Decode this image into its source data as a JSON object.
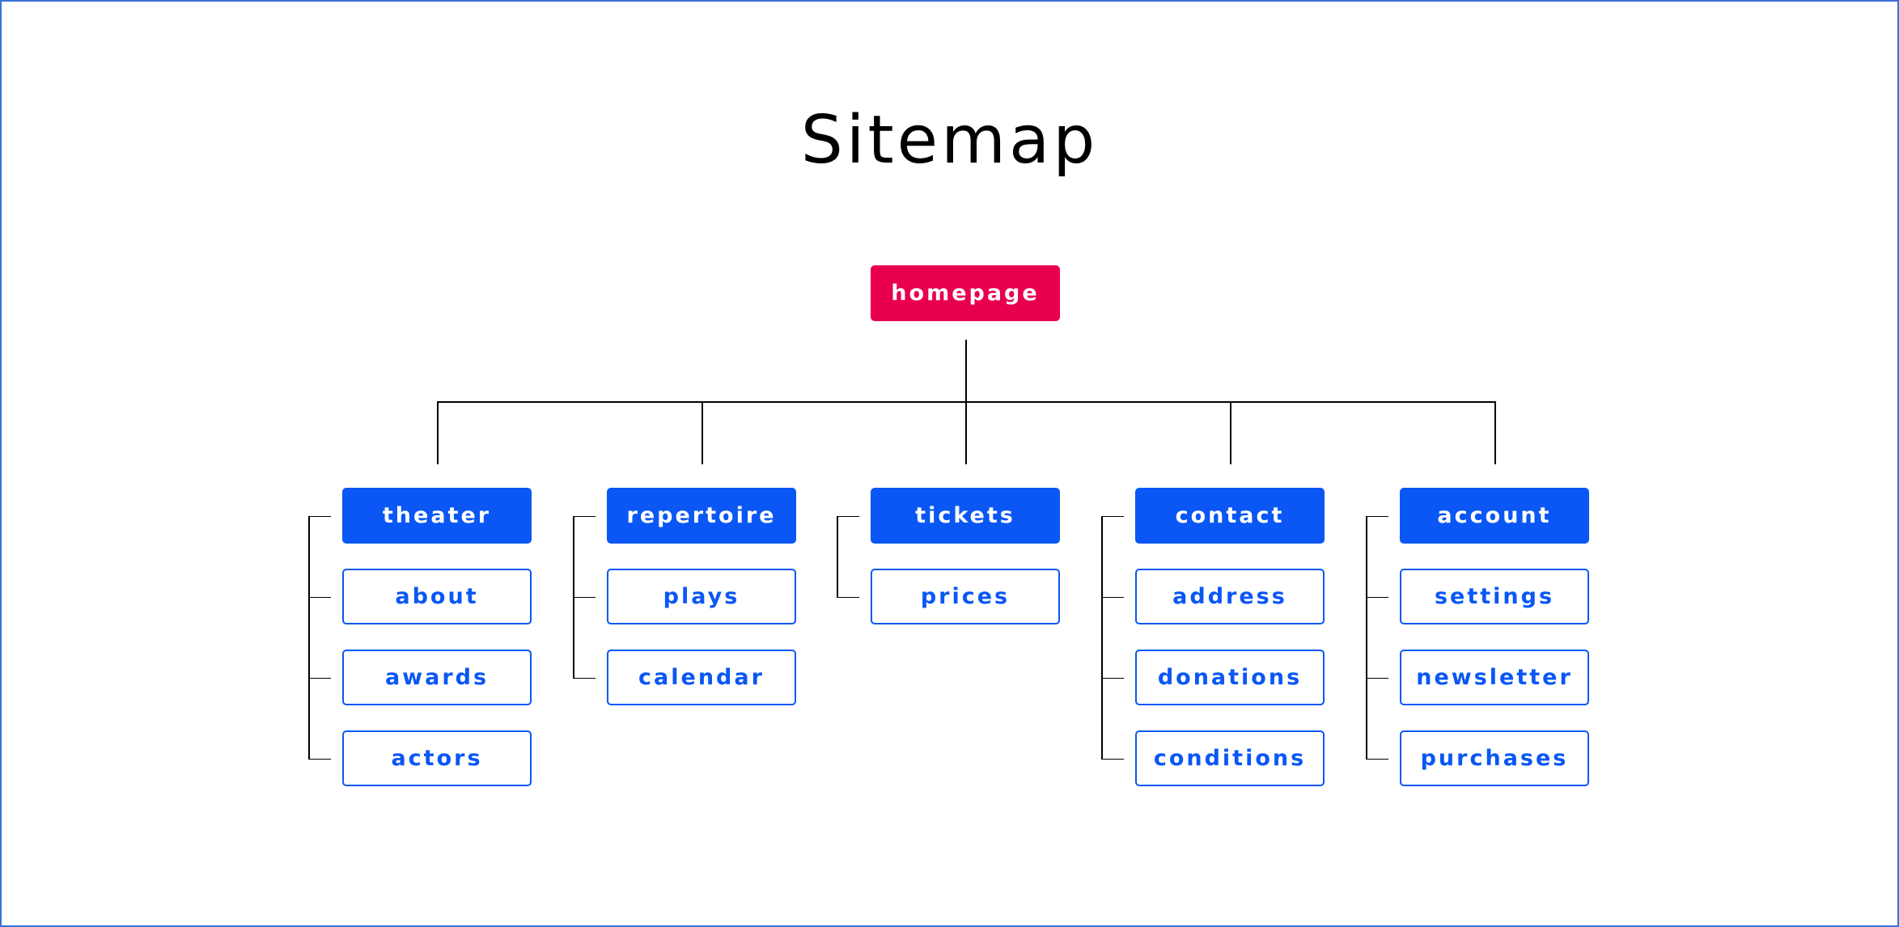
{
  "title": "Sitemap",
  "colors": {
    "root": "#e8004f",
    "category": "#0a57f5",
    "page_text": "#0a57f5",
    "frame": "#3a6fd8"
  },
  "root": {
    "label": "homepage"
  },
  "categories": [
    {
      "label": "theater",
      "children": [
        "about",
        "awards",
        "actors"
      ]
    },
    {
      "label": "repertoire",
      "children": [
        "plays",
        "calendar"
      ]
    },
    {
      "label": "tickets",
      "children": [
        "prices"
      ]
    },
    {
      "label": "contact",
      "children": [
        "address",
        "donations",
        "conditions"
      ]
    },
    {
      "label": "account",
      "children": [
        "settings",
        "newsletter",
        "purchases"
      ]
    }
  ]
}
